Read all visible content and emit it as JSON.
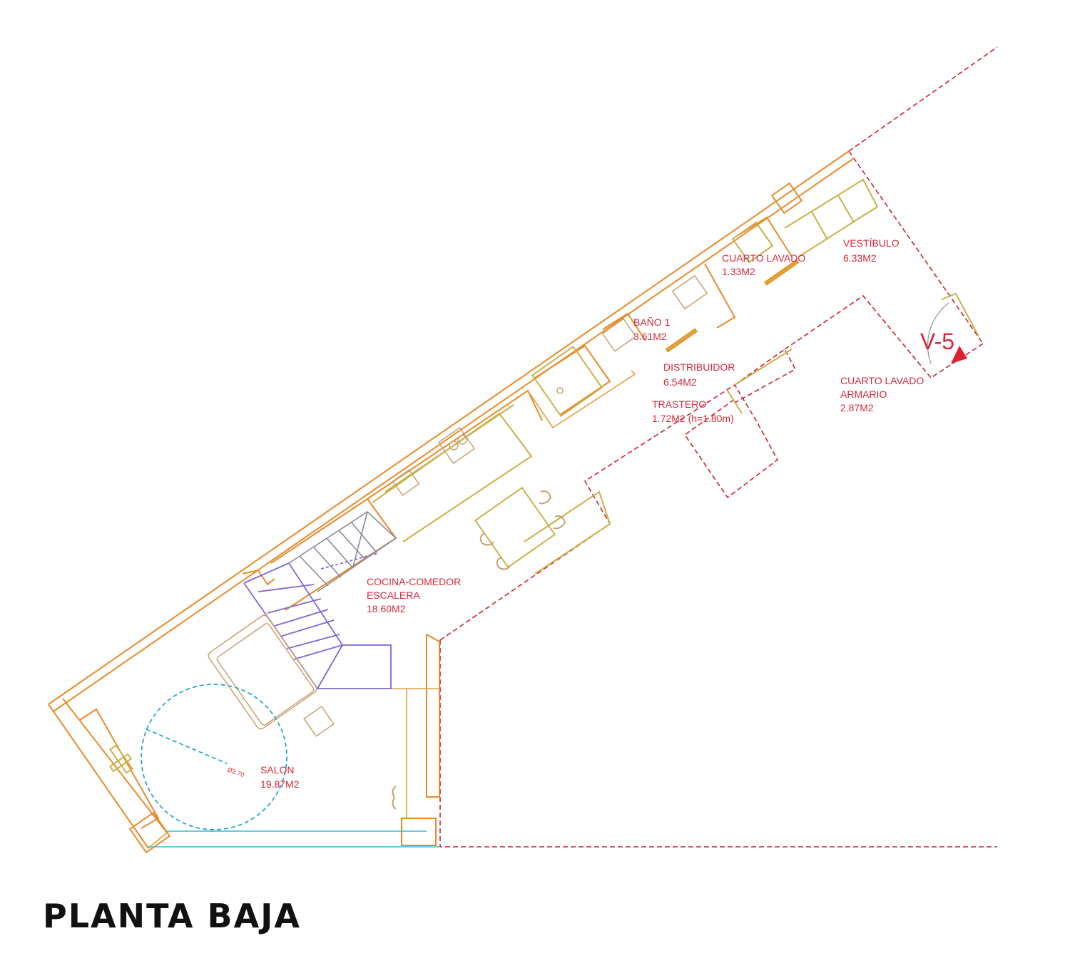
{
  "title": "PLANTA BAJA",
  "colors": {
    "walls": "#e88a2a",
    "furniture": "#c9b04a",
    "boundary_dashed": "#cc2233",
    "stairs": "#8066d8",
    "turning_circle": "#2aa8c8",
    "room_labels": "#d8283a",
    "title": "#111111"
  },
  "rooms": [
    {
      "name": "VESTÍBULO",
      "area": "6.33M2"
    },
    {
      "name": "CUARTO LAVADO",
      "area": "1.33M2"
    },
    {
      "name": "BAÑO 1",
      "area": "3.61M2"
    },
    {
      "name": "DISTRIBUIDOR",
      "area": "6.54M2"
    },
    {
      "name": "TRASTERO",
      "area": "1.72M2 (h=1.80m)"
    },
    {
      "name": "CUARTO LAVADO",
      "name2": "ARMARIO",
      "area": "2.87M2"
    },
    {
      "name": "COCINA-COMEDOR",
      "name2": "ESCALERA",
      "area": "18.60M2"
    },
    {
      "name": "SALON",
      "area": "19.87M2"
    }
  ],
  "annotations": {
    "section_marker": "V-5",
    "turning_circle_diameter": "Ø2.70"
  }
}
